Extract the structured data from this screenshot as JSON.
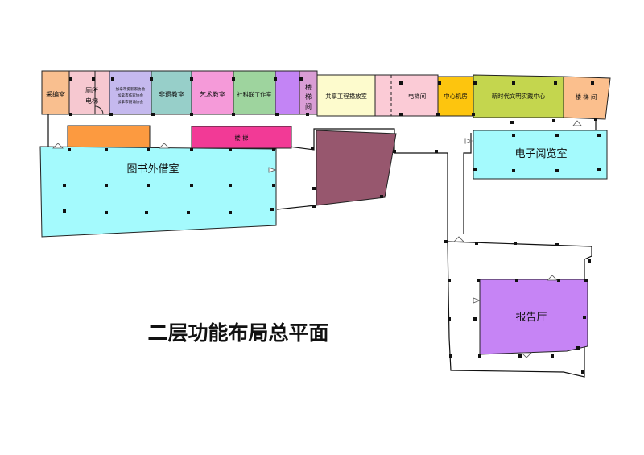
{
  "title": "二层功能布局总平面",
  "rooms": {
    "caibian": "采编室",
    "cesuo_left": "厕所",
    "dianti_left": "电梯",
    "assoc_1": "加拿市摄影家协会",
    "assoc_2": "加拿市作家协会",
    "assoc_3": "加拿市朗诵协会",
    "feiyi": "非遗教室",
    "yishu": "艺术教室",
    "sheke": "社科联工作室",
    "loutijian_v": "楼梯间",
    "gongxiang": "共享工程播放室",
    "diantijian": "电梯间",
    "zhongxin": "中心机房",
    "xinshidai": "新时代文明实践中心",
    "loutijian_r": "楼 梯 间",
    "louti_mid": "楼 梯",
    "waijie": "图书外借室",
    "dianzi": "电子阅览室",
    "baogao": "报告厅"
  },
  "colors": {
    "caibian": "#f9bf8f",
    "cesuo": "#f6c8d0",
    "assoc": "#c5b9ee",
    "feiyi": "#97cfc9",
    "yishu": "#f59ad9",
    "sheke": "#9ed49e",
    "purple": "#c384f5",
    "loutijian_v": "#d99dd5",
    "gongxiang": "#fdfbcd",
    "diantijian": "#fbcbd6",
    "zhongxin": "#fdc50e",
    "xinshidai": "#c4d64e",
    "loutijian_r": "#fbbf8d",
    "orange": "#fc9a40",
    "pink": "#f23a96",
    "cyan": "#a4fafd",
    "maroon": "#97576e",
    "baogao": "#c684f5"
  }
}
